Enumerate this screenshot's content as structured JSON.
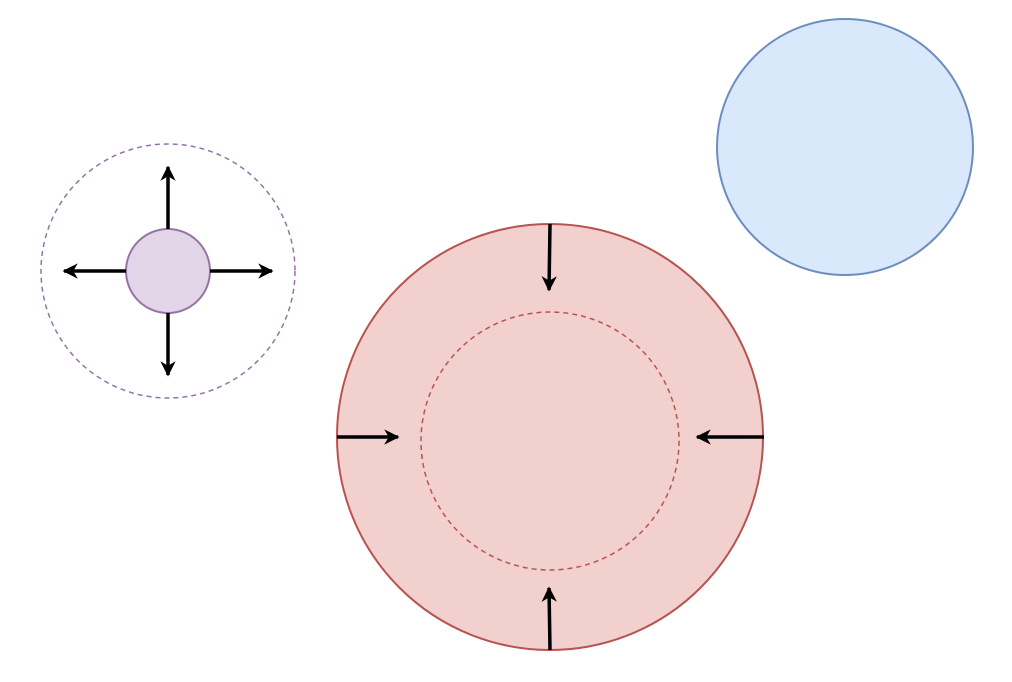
{
  "colors": {
    "purple_fill": "#e1d5e7",
    "purple_stroke": "#9673a6",
    "red_fill": "#f2d0cd",
    "red_stroke": "#b85450",
    "blue_fill": "#dae8fc",
    "blue_stroke": "#6c8ebf",
    "arrow": "#000000"
  },
  "shapes": {
    "expanding_circle": {
      "direction": "outward",
      "arrow_count": 4,
      "boundary_style": "dashed"
    },
    "contracting_circle": {
      "direction": "inward",
      "arrow_count": 4,
      "boundary_style": "dashed"
    },
    "static_circle": {
      "direction": "none"
    }
  }
}
